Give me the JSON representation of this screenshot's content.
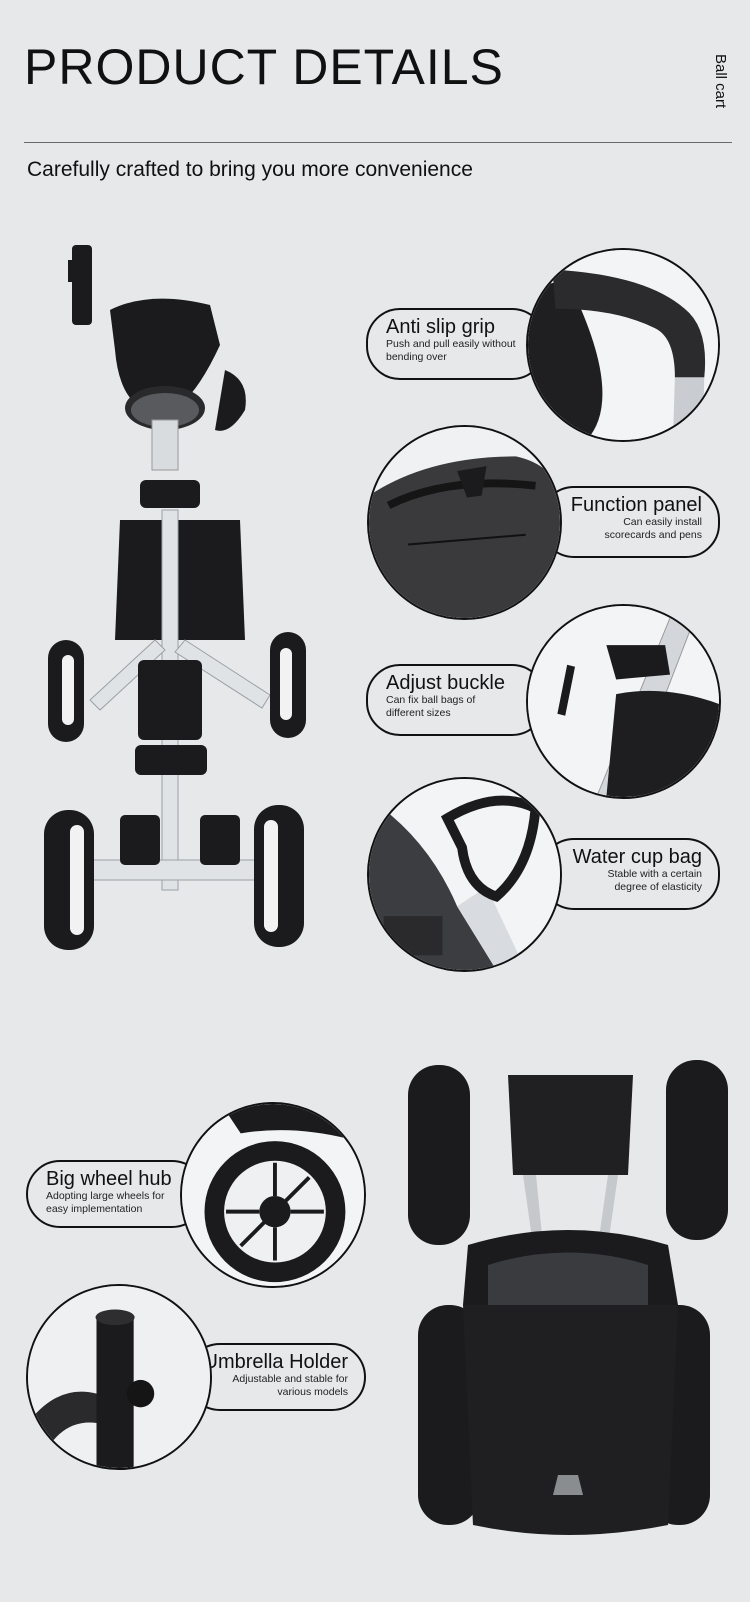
{
  "header": {
    "title": "PRODUCT DETAILS",
    "side_label": "Ball cart",
    "subtitle": "Carefully crafted to bring you more convenience"
  },
  "features": [
    {
      "title": "Anti slip grip",
      "desc": "Push and pull easily without bending over",
      "icon": "grip-closeup"
    },
    {
      "title": "Function panel",
      "desc": "Can easily install scorecards and pens",
      "icon": "panel-closeup"
    },
    {
      "title": "Adjust  buckle",
      "desc": "Can fix ball bags of different sizes",
      "icon": "buckle-closeup"
    },
    {
      "title": "Water cup bag",
      "desc": "Stable with a certain degree of elasticity",
      "icon": "cup-holder-closeup"
    },
    {
      "title": "Big wheel hub",
      "desc": "Adopting large wheels for easy implementation",
      "icon": "wheel-closeup"
    },
    {
      "title": "Umbrella Holder",
      "desc": "Adjustable and stable for various models",
      "icon": "umbrella-holder-closeup"
    }
  ],
  "colors": {
    "background": "#e6e8ea",
    "text": "#111111",
    "frame": "#c8ccd0",
    "rubber": "#1b1b1d"
  }
}
